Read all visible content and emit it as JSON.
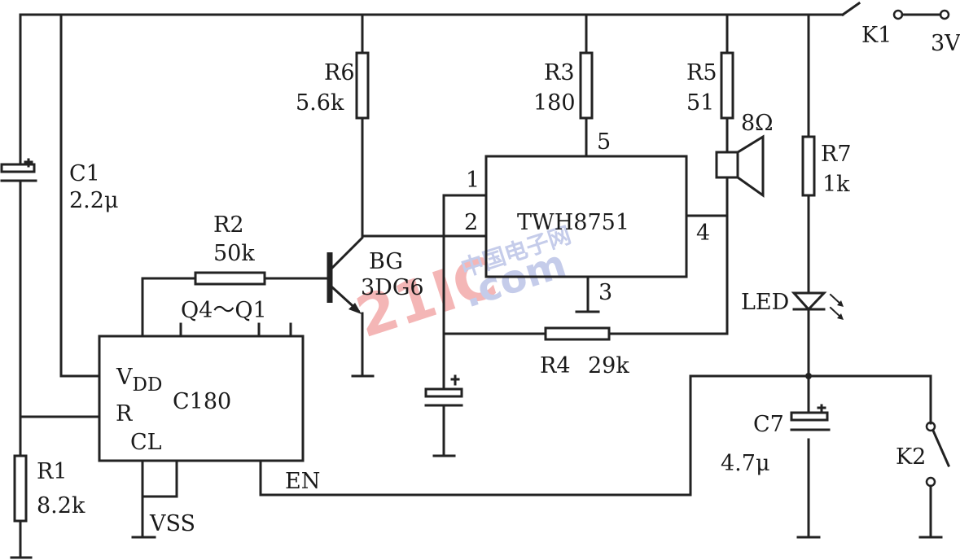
{
  "title": "TWH8751 timer buzzer circuit",
  "components": {
    "k1": {
      "label": "K1",
      "supply": "3V"
    },
    "c1": {
      "label": "C1",
      "value": "2.2μ"
    },
    "r6": {
      "label": "R6",
      "value": "5.6k"
    },
    "r3": {
      "label": "R3",
      "value": "180"
    },
    "r5": {
      "label": "R5",
      "value": "51"
    },
    "speaker": {
      "value": "8Ω"
    },
    "r7": {
      "label": "R7",
      "value": "1k"
    },
    "r2": {
      "label": "R2",
      "value": "50k"
    },
    "bg": {
      "label": "BG",
      "value": "3DG6"
    },
    "ic1": {
      "label": "TWH8751",
      "pins": [
        "1",
        "2",
        "3",
        "4",
        "5"
      ]
    },
    "led": {
      "label": "LED"
    },
    "r4": {
      "label": "R4",
      "value": "29k"
    },
    "c180": {
      "label": "C180",
      "outputs": "Q4～Q1",
      "vdd": "V",
      "vdd_sub": "DD",
      "r": "R",
      "cl": "CL",
      "en": "EN",
      "vss": "VSS"
    },
    "c7": {
      "label": "C7",
      "value": "4.7μ"
    },
    "k2": {
      "label": "K2"
    },
    "r1": {
      "label": "R1",
      "value": "8.2k"
    }
  },
  "watermark": {
    "text": "21IC",
    "domain": ".com",
    "cn": "中国电子网"
  }
}
